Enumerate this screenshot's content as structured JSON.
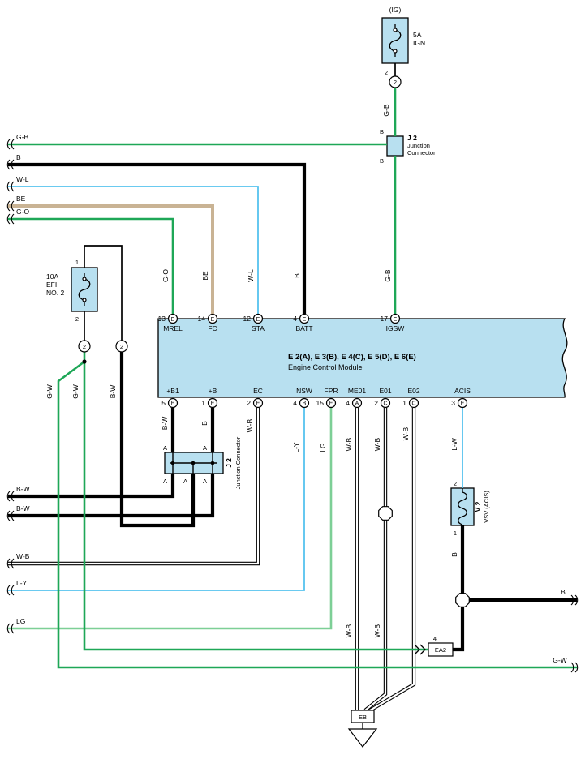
{
  "colors": {
    "component-fill": "#b8e0f0",
    "wire-green": "#1ea757",
    "wire-light-green": "#7dcf96",
    "wire-black": "#000000",
    "wire-tan": "#c9b394",
    "wire-light-blue": "#55c2ee",
    "wire-white": "#ffffff"
  },
  "ign_fuse": {
    "tag": "(IG)",
    "rating": "5A",
    "name": "IGN",
    "pin_bottom": "2",
    "connector_pin": "2"
  },
  "j2_top": {
    "name": "J 2",
    "desc_line1": "Junction",
    "desc_line2": "Connector",
    "pin_top": "B",
    "pin_bottom": "B"
  },
  "left_wires_top": {
    "gb": "G-B",
    "b": "B",
    "wl": "W-L",
    "be": "BE",
    "go": "G-O"
  },
  "vertical_labels_top": {
    "go": "G-O",
    "be": "BE",
    "wl": "W-L",
    "b": "B",
    "gb": "G-B",
    "gb_fuse": "G-B"
  },
  "efi_fuse": {
    "pin_top": "1",
    "pin_bottom": "2",
    "rating": "10A",
    "name_line1": "EFI",
    "name_line2": "NO. 2",
    "connector_left": "2",
    "connector_right": "2"
  },
  "mid_vertical_labels": {
    "gw1": "G-W",
    "gw2": "G-W",
    "bw": "B-W"
  },
  "ecm": {
    "title": "E 2(A), E 3(B), E 4(C), E 5(D), E 6(E)",
    "subtitle": "Engine Control Module",
    "top_pins": [
      {
        "num": "13",
        "letter": "E",
        "label": "MREL"
      },
      {
        "num": "14",
        "letter": "E",
        "label": "FC"
      },
      {
        "num": "12",
        "letter": "E",
        "label": "STA"
      },
      {
        "num": "4",
        "letter": "E",
        "label": "BATT"
      },
      {
        "num": "17",
        "letter": "E",
        "label": "IGSW"
      }
    ],
    "bottom_pins": [
      {
        "num": "5",
        "letter": "E",
        "label": "+B1"
      },
      {
        "num": "1",
        "letter": "E",
        "label": "+B"
      },
      {
        "num": "2",
        "letter": "E",
        "label": "EC"
      },
      {
        "num": "4",
        "letter": "B",
        "label": "NSW"
      },
      {
        "num": "15",
        "letter": "E",
        "label": "FPR"
      },
      {
        "num": "4",
        "letter": "A",
        "label": "ME01"
      },
      {
        "num": "2",
        "letter": "C",
        "label": "E01"
      },
      {
        "num": "1",
        "letter": "C",
        "label": "E02"
      },
      {
        "num": "3",
        "letter": "E",
        "label": "ACIS"
      }
    ]
  },
  "below_ecm_labels": {
    "bw": "B-W",
    "b": "B",
    "wb_ec": "W-B",
    "ly": "L-Y",
    "lg": "LG",
    "wb_me01": "W-B",
    "wb_e01": "W-B",
    "wb_e02": "W-B",
    "lw": "L-W",
    "wb_me01_low": "W-B",
    "wb_e01_low": "W-B",
    "b_vsv": "B"
  },
  "j2_bottom": {
    "name": "J 2",
    "desc": "Junction Connector",
    "pin_top_1": "A",
    "pin_top_2": "A",
    "pin_bot_1": "A",
    "pin_bot_2": "A",
    "pin_bot_3": "A"
  },
  "left_wires_bottom": {
    "bw1": "B-W",
    "bw2": "B-W",
    "wb": "W-B",
    "ly": "L-Y",
    "lg": "LG"
  },
  "vsv": {
    "pin_top": "2",
    "pin_bottom": "1",
    "name": "V 2",
    "desc": "VSV (ACIS)"
  },
  "right_wires": {
    "b": "B",
    "gw": "G-W"
  },
  "ea2": {
    "pin": "4",
    "label": "EA2"
  },
  "eb": {
    "label": "EB"
  }
}
